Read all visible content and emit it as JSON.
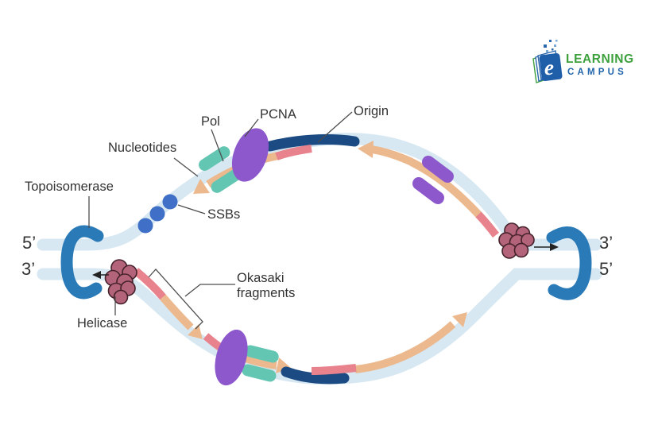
{
  "logo": {
    "book_letter": "e",
    "learning": "LEARNING",
    "campus": "CAMPUS"
  },
  "labels": {
    "pol": "Pol",
    "pcna": "PCNA",
    "origin": "Origin",
    "nucleotides": "Nucleotides",
    "topoisomerase": "Topoisomerase",
    "ssbs": "SSBs",
    "helicase": "Helicase",
    "okasaki_line1": "Okasaki",
    "okasaki_line2": "fragments",
    "left_strand_top": "5’",
    "left_strand_bottom": "3’",
    "right_strand_top": "3’",
    "right_strand_bottom": "5’"
  },
  "colors": {
    "strand": "#d7e8f2",
    "new_strand": "#ecb98e",
    "primer": "#e8828c",
    "origin_segment": "#1c4a82",
    "polymerase": "#63c6b2",
    "pcna": "#8d58cb",
    "clamp": "#2b7ab8",
    "ssb": "#3f6fc6",
    "helicase_fill": "#b4647a",
    "helicase_outline": "#45222c",
    "logo_green": "#3ca13c",
    "logo_blue": "#2265aa",
    "text": "#333333",
    "connector": "#4d4d4d"
  }
}
